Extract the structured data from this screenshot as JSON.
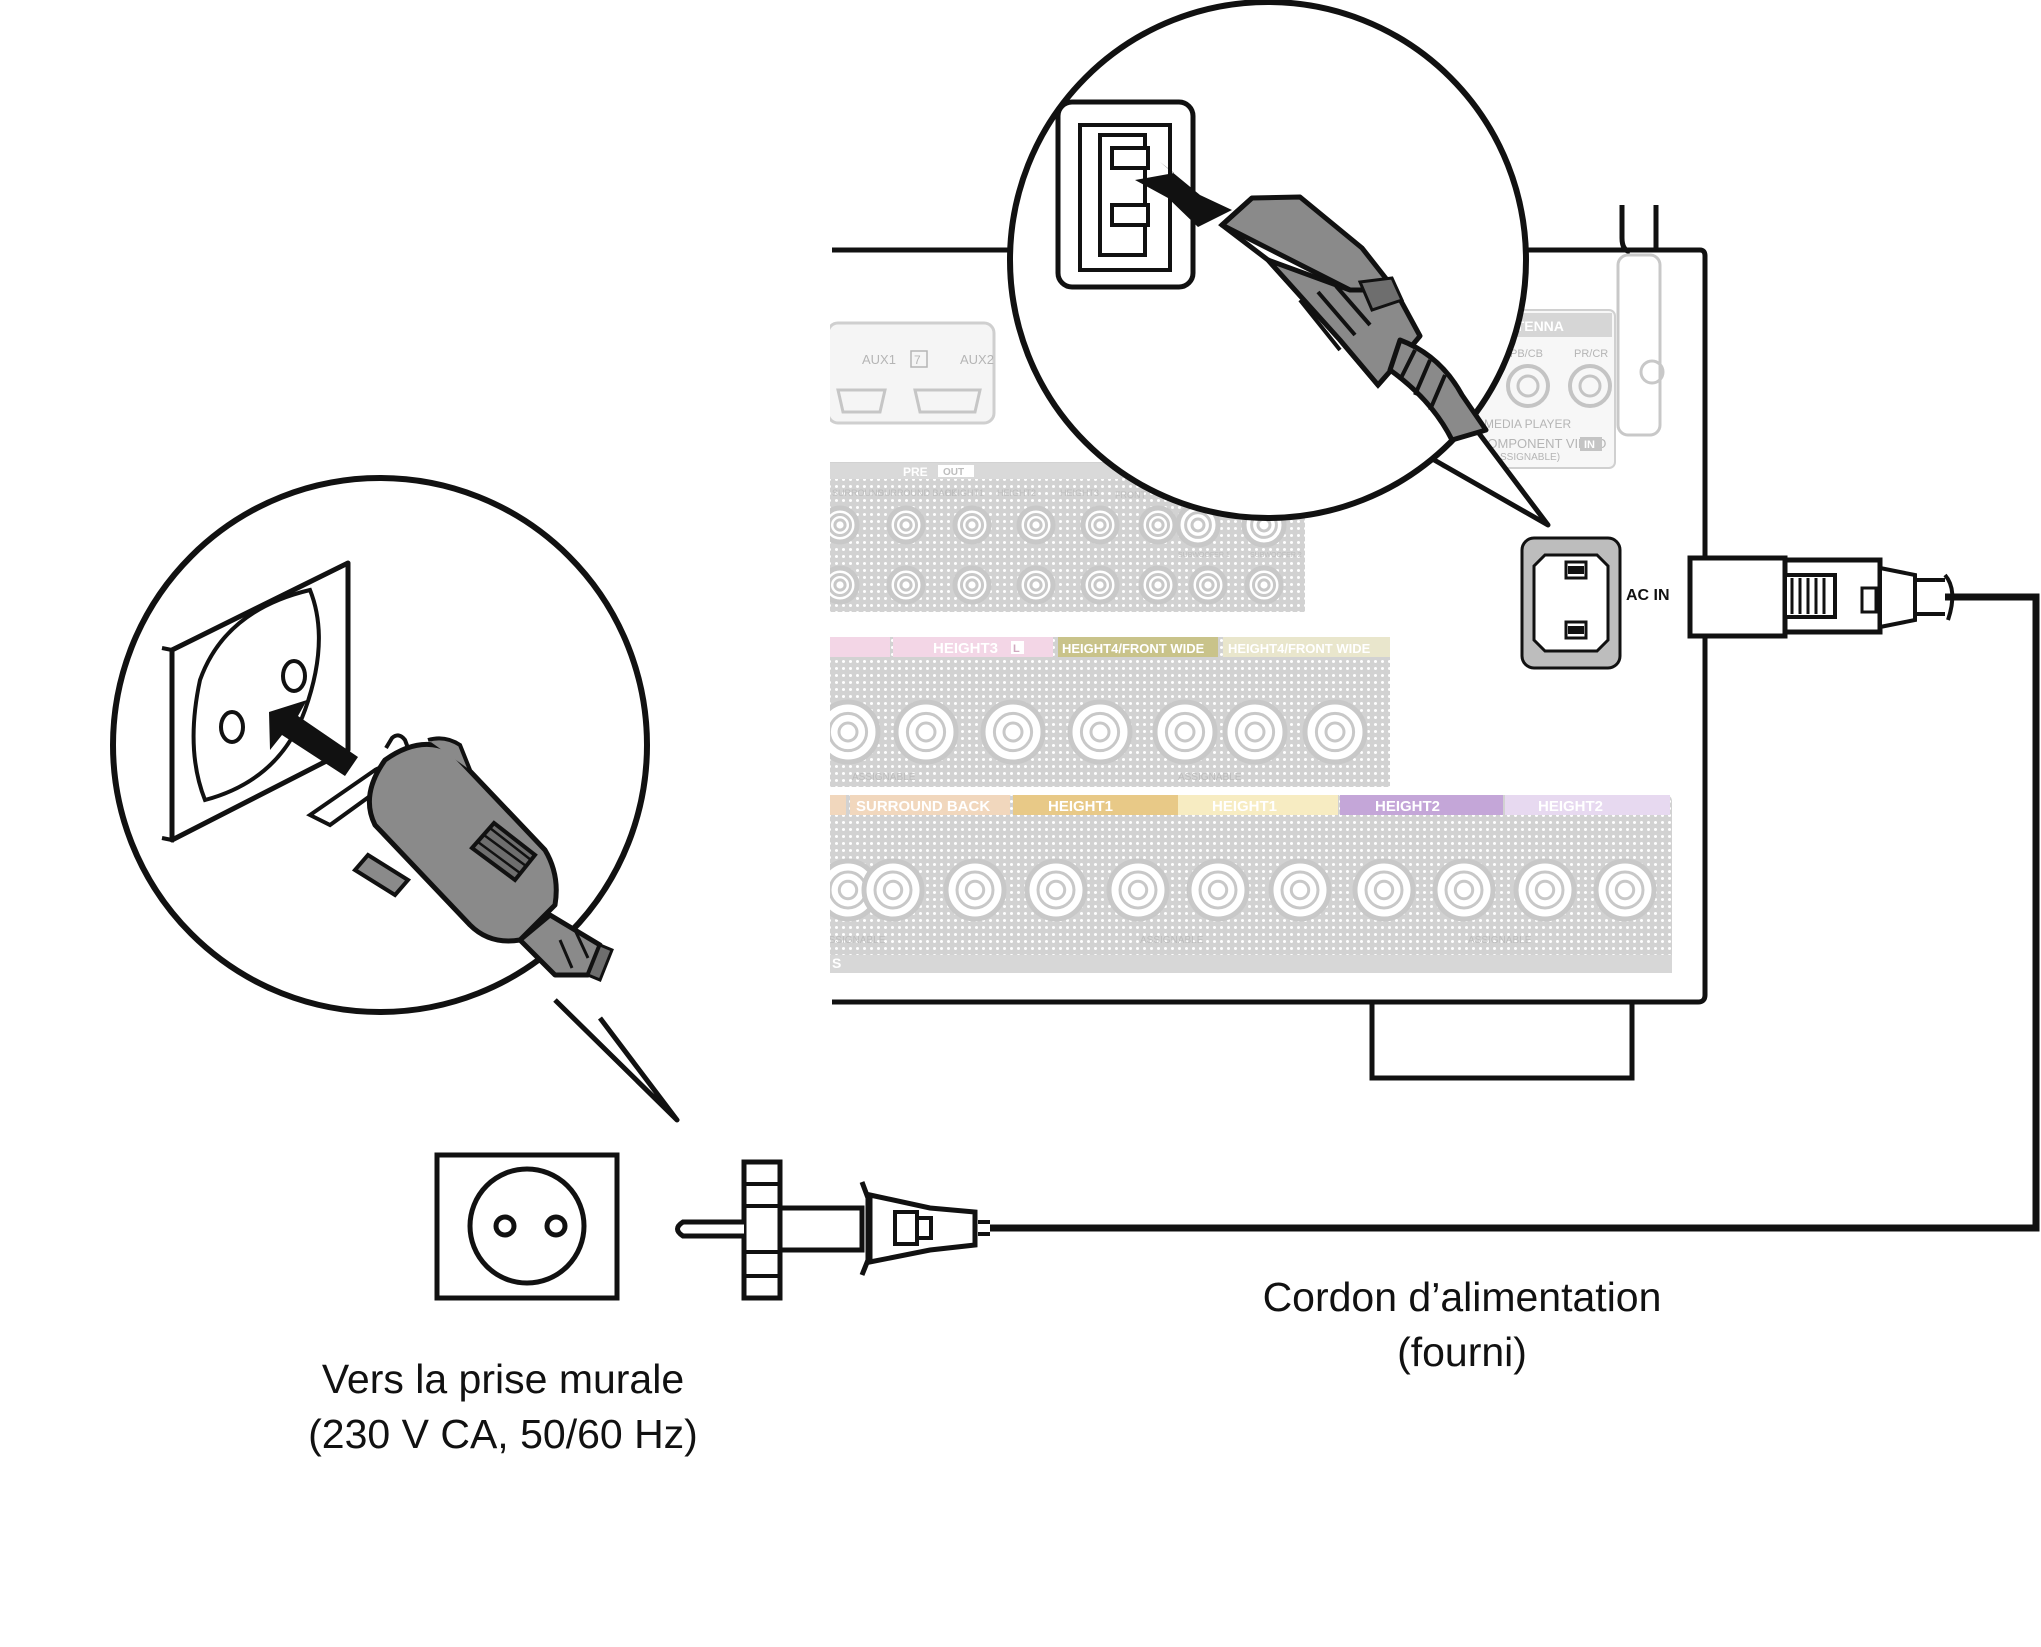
{
  "captions": {
    "outlet_line1": "Vers la prise murale",
    "outlet_line2": "(230 V CA, 50/60 Hz)",
    "cord_line1": "Cordon d’alimentation",
    "cord_line2": "(fourni)"
  },
  "receiver_panel": {
    "ac_in": "AC IN",
    "wifi_antenna": "Wi-Fi ANTENNA",
    "aux1": "AUX1",
    "aux_number": "7",
    "aux2": "AUX2",
    "pb_cb": "PB/CB",
    "pr_cr": "PR/CR",
    "media_player": "MEDIA PLAYER",
    "component_video": "COMPONENT VIDEO",
    "component_in": "IN",
    "assignable_paren": "(ASSIGNABLE)",
    "pre": "PRE",
    "out": "OUT",
    "surround": "SURROUND",
    "surround_back": "SURROUND BACK",
    "height1": "HEIGHT1",
    "height2": "HEIGHT2",
    "height3": "HEIGHT3",
    "front": "FRONT",
    "subwoofer1": "SUBWOOFER 1",
    "subwoofer2": "SUBWOOFER 2",
    "height4_front_wide": "HEIGHT4/FRONT WIDE",
    "right": "R",
    "left": "L",
    "assignable": "ASSIGNABLE",
    "speakers_fragment": "S"
  },
  "colors": {
    "stroke": "#111111",
    "plug_grey": "#8a8a8a",
    "socket_grey": "#bdbdbd",
    "faded": "#c6c6c6",
    "height3_band": "#f3d6e6",
    "height4_r_band": "#c9c38a",
    "height4_l_band": "#e9e6cc",
    "surround_back_band": "#f1d7bd",
    "height1_r_band": "#e8c987",
    "height1_l_band": "#f7ecc2",
    "height2_r_band": "#c4a6d8",
    "height2_l_band": "#e7d9f0"
  },
  "icons": [
    "wall-outlet-icon",
    "europlug-icon",
    "iec-connector-icon",
    "insertion-arrow-icon",
    "antenna-icon"
  ]
}
